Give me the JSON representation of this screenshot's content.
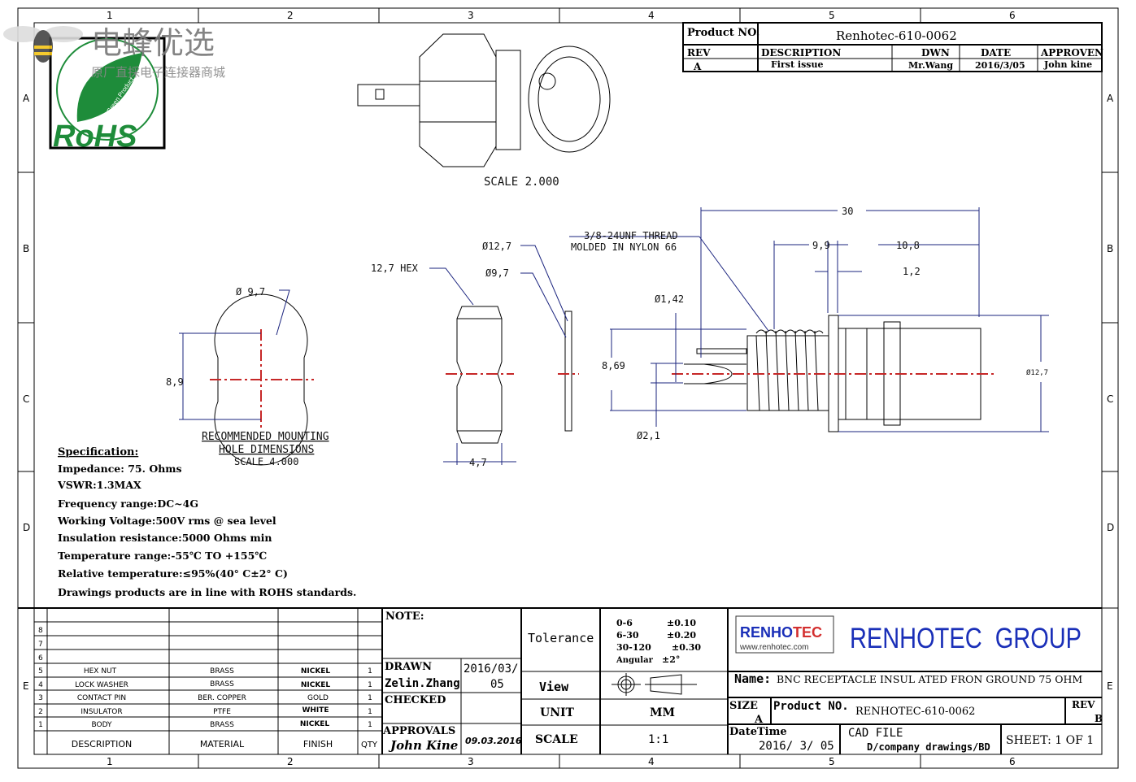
{
  "zones": {
    "columns": [
      "1",
      "2",
      "3",
      "4",
      "5",
      "6"
    ],
    "rows": [
      "A",
      "B",
      "C",
      "D",
      "E"
    ]
  },
  "watermark": {
    "title": "电蜂优选",
    "subtitle": "原厂直採电子连接器商城",
    "rohs": "RoHS",
    "green_product": "Green Product"
  },
  "revision_table": {
    "product_no_label": "Product NO.",
    "product_no": "Renhotec-610-0062",
    "headers": [
      "REV",
      "DESCRIPTION",
      "DWN",
      "DATE",
      "APPROVEN"
    ],
    "row": [
      "A",
      "First issue",
      "Mr.Wang",
      "2016/3/05",
      "John kine"
    ]
  },
  "views": {
    "top_scale": "SCALE  2.000",
    "hole_label_1": "RECOMMENDED MOUNTING",
    "hole_label_2": "HOLE DIMENSIONS",
    "hole_scale": "SCALE  4.000"
  },
  "dimensions": {
    "hole_dia": "Ø 9,7",
    "hole_flat": "8,9",
    "hex": "12,7 HEX",
    "nut_width": "4,7",
    "washer_od": "Ø12,7",
    "washer_id": "Ø9,7",
    "thread_1": "3/8-24UNF THREAD",
    "thread_2": "MOLDED IN NYLON 66",
    "overall": "30",
    "thread_len": "9,9",
    "front_len": "10,8",
    "flange": "1,2",
    "pin_dia": "Ø1,42",
    "body_dia": "8,69",
    "insul_dia": "Ø2,1",
    "outer_dia": "Ø12,7"
  },
  "specification": {
    "title": "Specification:",
    "lines": [
      "Impedance: 75. Ohms",
      "VSWR:1.3MAX",
      "Frequency range:DC~4G",
      "Working Voltage:500V rms @ sea level",
      "Insulation resistance:5000 Ohms min",
      "Temperature range:-55℃ TO +155℃",
      "Relative temperature:≤95%(40° C±2° C)",
      "Drawings products are in line with ROHS standards."
    ]
  },
  "bom": {
    "headers": [
      "DESCRIPTION",
      "MATERIAL",
      "FINISH",
      "QTY"
    ],
    "empty_rows": [
      "8",
      "7",
      "6"
    ],
    "rows": [
      {
        "no": "5",
        "description": "HEX NUT",
        "material": "BRASS",
        "finish": "NICKEL",
        "qty": "1"
      },
      {
        "no": "4",
        "description": "LOCK WASHER",
        "material": "BRASS",
        "finish": "NICKEL",
        "qty": "1"
      },
      {
        "no": "3",
        "description": "CONTACT PIN",
        "material": "BER. COPPER",
        "finish": "GOLD",
        "qty": "1"
      },
      {
        "no": "2",
        "description": "INSULATOR",
        "material": "PTFE",
        "finish": "WHITE",
        "qty": "1"
      },
      {
        "no": "1",
        "description": "BODY",
        "material": "BRASS",
        "finish": "NICKEL",
        "qty": "1"
      }
    ]
  },
  "title_block": {
    "note": "NOTE:",
    "drawn_label": "DRAWN",
    "drawn_by": "Zelin.Zhang",
    "drawn_date_1": "2016/03/",
    "drawn_date_2": "05",
    "checked_label": "CHECKED",
    "approvals_label": "APPROVALS",
    "approvals_sign": "John Kine",
    "approvals_date": "09.03.2016",
    "tolerance_label": "Tolerance",
    "tolerances": [
      [
        "0-6",
        "±0.10"
      ],
      [
        "6-30",
        "±0.20"
      ],
      [
        "30-120",
        "±0.30"
      ],
      [
        "Angular",
        "±2°"
      ]
    ],
    "view_label": "View",
    "unit_label": "UNIT",
    "unit": "MM",
    "scale_label": "SCALE",
    "scale": "1:1",
    "logo_brand_a": "RENHO",
    "logo_brand_b": "TEC",
    "logo_url": "www.renhotec.com",
    "company": "RENHOTEC  GROUP",
    "name_label": "Name:",
    "name": "BNC RECEPTACLE INSUL ATED FRON GROUND 75 OHM",
    "size_label": "SIZE",
    "size": "A",
    "product_no_label": "Product NO.",
    "product_no": "RENHOTEC-610-0062",
    "rev_label": "REV",
    "rev": "B",
    "datetime_label": "DateTime",
    "datetime": "2016/ 3/ 05",
    "cad_label": "CAD FILE",
    "cad_path": "D/company drawings/BD",
    "sheet": "SHEET:  1 OF 1"
  },
  "colors": {
    "brand_blue": "#1a2fb8",
    "brand_red": "#d32f2f",
    "rohs_green": "#1e8c3a",
    "center_line": "#c62828",
    "dim_line": "#1a237e"
  }
}
